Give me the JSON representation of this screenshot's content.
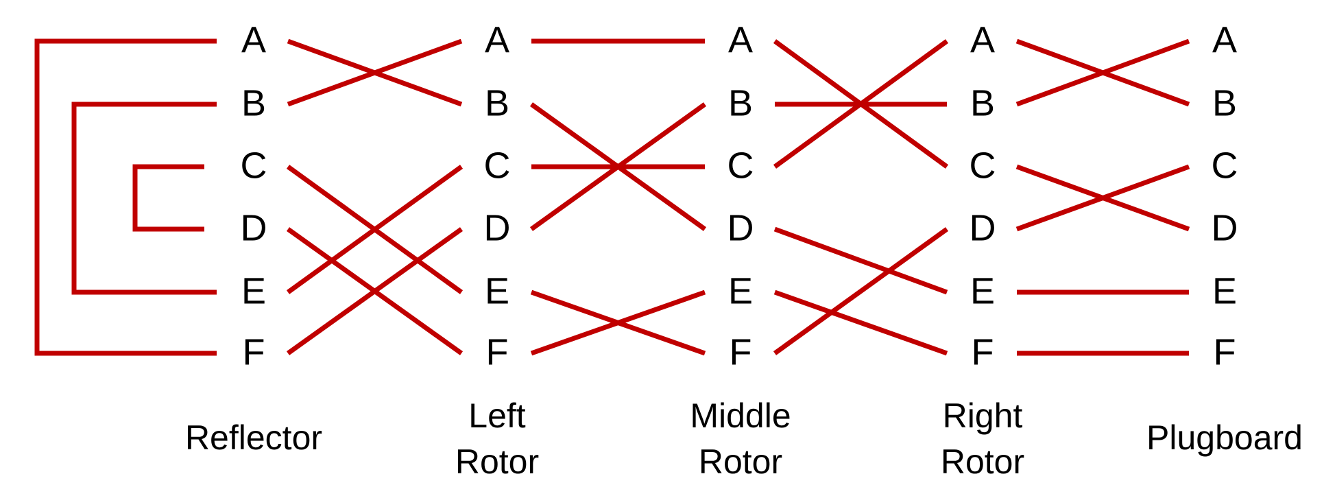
{
  "colors": {
    "wire": "#c00000",
    "text": "#000000",
    "background": "#ffffff"
  },
  "letters": [
    "A",
    "B",
    "C",
    "D",
    "E",
    "F"
  ],
  "columns": [
    {
      "id": "reflector",
      "label_lines": [
        "Reflector"
      ]
    },
    {
      "id": "left-rotor",
      "label_lines": [
        "Left",
        "Rotor"
      ]
    },
    {
      "id": "middle-rotor",
      "label_lines": [
        "Middle",
        "Rotor"
      ]
    },
    {
      "id": "right-rotor",
      "label_lines": [
        "Right",
        "Rotor"
      ]
    },
    {
      "id": "plugboard",
      "label_lines": [
        "Plugboard"
      ]
    }
  ],
  "reflector_pairs": [
    [
      "A",
      "F"
    ],
    [
      "B",
      "E"
    ],
    [
      "C",
      "D"
    ]
  ],
  "wirings": [
    {
      "from": "reflector",
      "to": "left-rotor",
      "map": {
        "A": "B",
        "B": "A",
        "C": "E",
        "D": "F",
        "E": "C",
        "F": "D"
      }
    },
    {
      "from": "left-rotor",
      "to": "middle-rotor",
      "map": {
        "A": "A",
        "B": "D",
        "C": "C",
        "D": "B",
        "E": "F",
        "F": "E"
      }
    },
    {
      "from": "middle-rotor",
      "to": "right-rotor",
      "map": {
        "A": "C",
        "B": "B",
        "C": "A",
        "D": "E",
        "E": "F",
        "F": "D"
      }
    },
    {
      "from": "right-rotor",
      "to": "plugboard",
      "map": {
        "A": "B",
        "B": "A",
        "C": "D",
        "D": "C",
        "E": "E",
        "F": "F"
      }
    }
  ]
}
